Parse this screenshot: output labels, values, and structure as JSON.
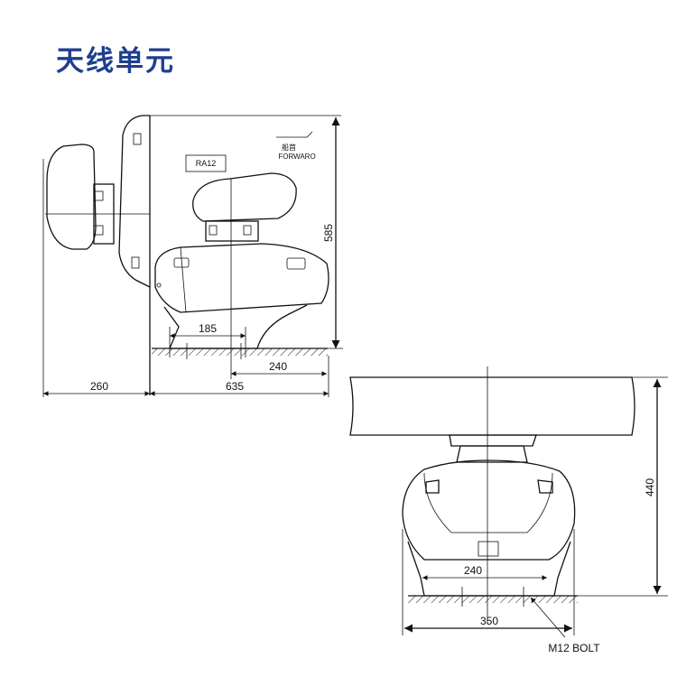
{
  "title": "天线单元",
  "side_view": {
    "model_label": "RA12",
    "bow_label": "船首",
    "forward_label": "FORWARO",
    "dim_height": "585",
    "dim_base_span": "185",
    "dim_bolt_offset": "240",
    "dim_rear": "260",
    "dim_length": "635"
  },
  "front_view": {
    "dim_height": "440",
    "dim_bolt_span": "240",
    "dim_width": "350",
    "bolt_label": "M12 BOLT"
  }
}
